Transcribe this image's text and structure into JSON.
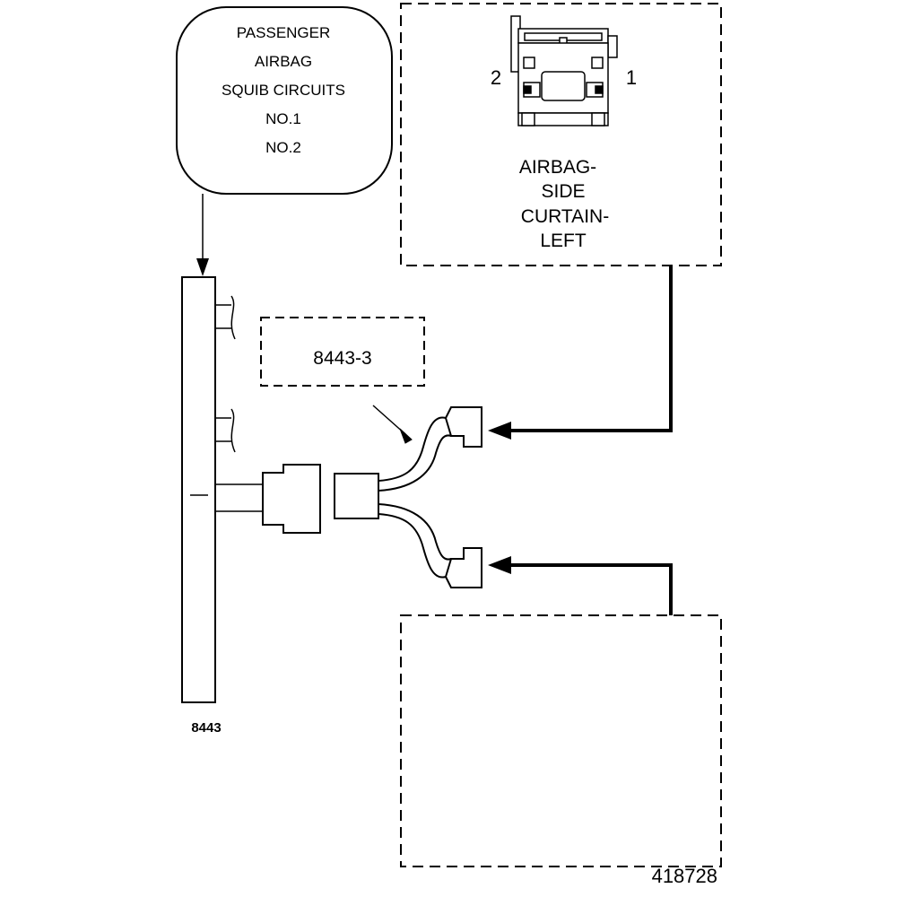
{
  "callout": {
    "lines": [
      "PASSENGER",
      "AIRBAG",
      "SQUIB CIRCUITS",
      "NO.1",
      "NO.2"
    ]
  },
  "airbag_box": {
    "lines": [
      "AIRBAG-",
      "SIDE",
      "CURTAIN-",
      "LEFT"
    ],
    "pin_left": "2",
    "pin_right": "1"
  },
  "connector_box_label": "8443-3",
  "harness_label": "8443",
  "figure_number": "418728"
}
